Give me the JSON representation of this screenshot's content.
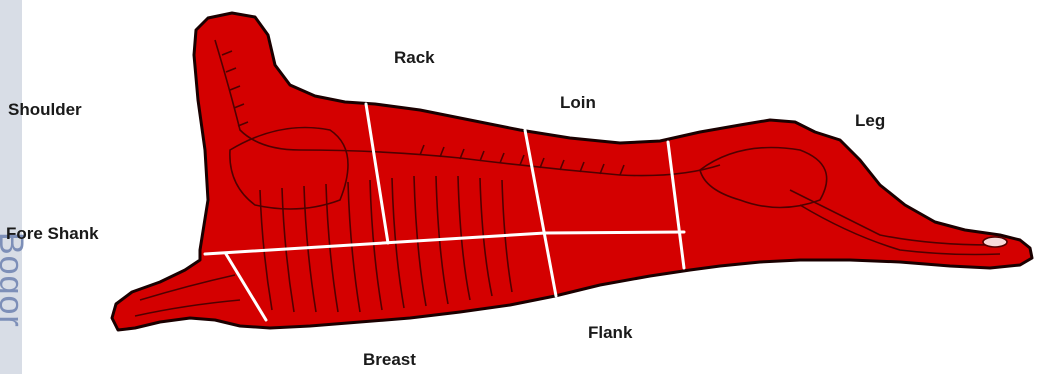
{
  "diagram": {
    "labels": {
      "shoulder": "Shoulder",
      "rack": "Rack",
      "loin": "Loin",
      "leg": "Leg",
      "fore_shank": "Fore Shank",
      "flank": "Flank",
      "breast": "Breast"
    },
    "watermark": "Bogor",
    "colors": {
      "meat": "#d40000",
      "outline": "#1a0000",
      "cut_line": "#ffffff",
      "background": "#ffffff"
    }
  }
}
